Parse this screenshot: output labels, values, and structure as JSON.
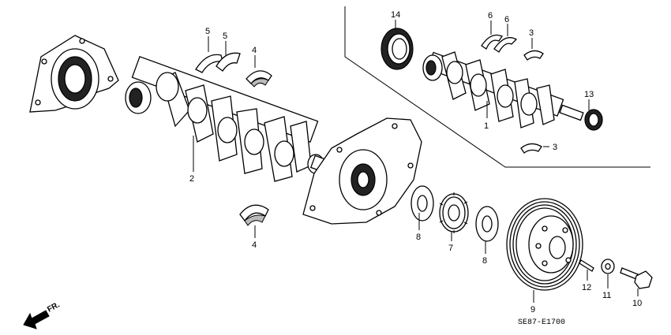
{
  "callouts": {
    "c14": "14",
    "c6a": "6",
    "c6b": "6",
    "c3a": "3",
    "c5a": "5",
    "c5b": "5",
    "c4a": "4",
    "c13": "13",
    "c1": "1",
    "c3b": "3",
    "c2": "2",
    "c4b": "4",
    "c8a": "8",
    "c7": "7",
    "c8b": "8",
    "c9": "9",
    "c12": "12",
    "c11": "11",
    "c10": "10"
  },
  "front_marker": "FR.",
  "diagram_code": "SE87-E1700",
  "icons": {
    "front_arrow": "arrow-down-left-icon"
  }
}
